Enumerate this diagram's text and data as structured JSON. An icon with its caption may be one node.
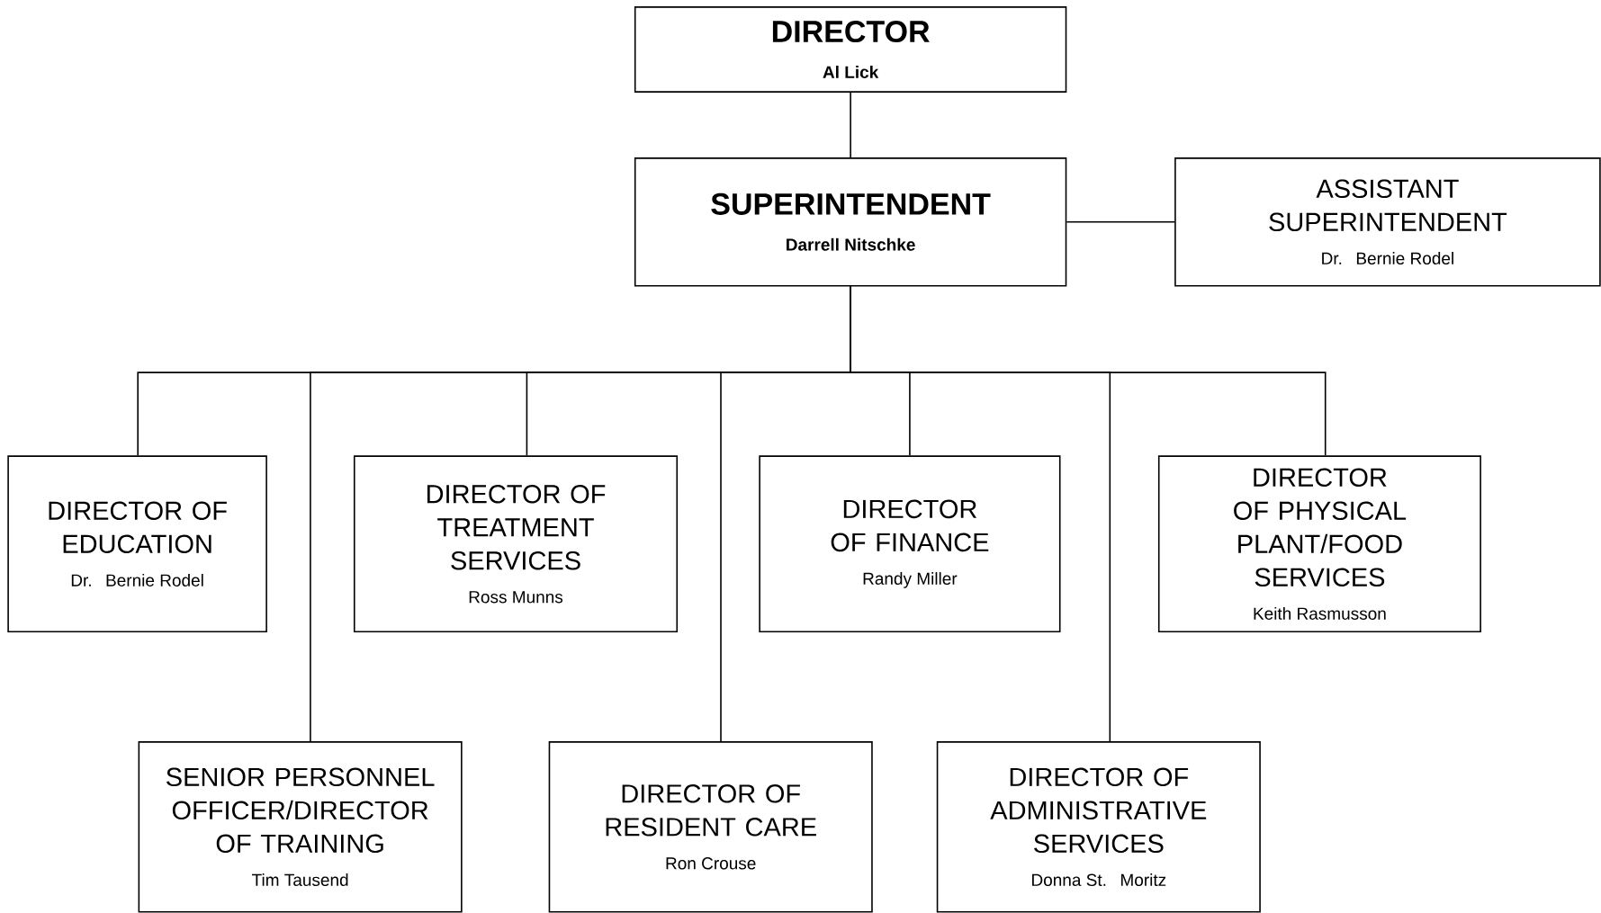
{
  "diagram": {
    "nodes": [
      {
        "text": [
          "DIRECTOR",
          "Al Lick"
        ]
      },
      {
        "text": [
          "SUPERINTENDENT",
          "Darrell Nitschke"
        ]
      },
      {
        "text": [
          "ASSISTANT SUPERINTENDENT",
          "Dr. Bernie Rodel"
        ]
      },
      {
        "text": [
          "DIRECTOR OF EDUCATION",
          "Dr. Bernie Rodel"
        ]
      },
      {
        "text": [
          "DIRECTOR OF TREATMENT SERVICES",
          "Ross Munns"
        ]
      },
      {
        "text": [
          "DIRECTOR OF FINANCE",
          "Randy Miller"
        ]
      },
      {
        "text": [
          "DIRECTOR OF PHYSICAL PLANT/FOOD SERVICES",
          "Keith Rasmusson"
        ]
      },
      {
        "text": [
          "SENIOR PERSONNEL OFFICER/DIRECTOR OF TRAINING",
          "Tim Tausend"
        ]
      },
      {
        "text": [
          "DIRECTOR OF RESIDENT CARE",
          "Ron Crouse"
        ]
      },
      {
        "text": [
          "DIRECTOR OF ADMINISTRATIVE SERVICES",
          "Donna St. Moritz"
        ]
      }
    ],
    "edges": [
      {
        "from": 0,
        "to": 1,
        "arrow": "none"
      },
      {
        "from": 1,
        "to": 2,
        "arrow": "none"
      },
      {
        "from": 1,
        "to": 3,
        "arrow": "none"
      },
      {
        "from": 1,
        "to": 7,
        "arrow": "none"
      },
      {
        "from": 1,
        "to": 4,
        "arrow": "none"
      },
      {
        "from": 1,
        "to": 8,
        "arrow": "none"
      },
      {
        "from": 1,
        "to": 5,
        "arrow": "none"
      },
      {
        "from": 1,
        "to": 9,
        "arrow": "none"
      },
      {
        "from": 1,
        "to": 6,
        "arrow": "none"
      }
    ]
  }
}
